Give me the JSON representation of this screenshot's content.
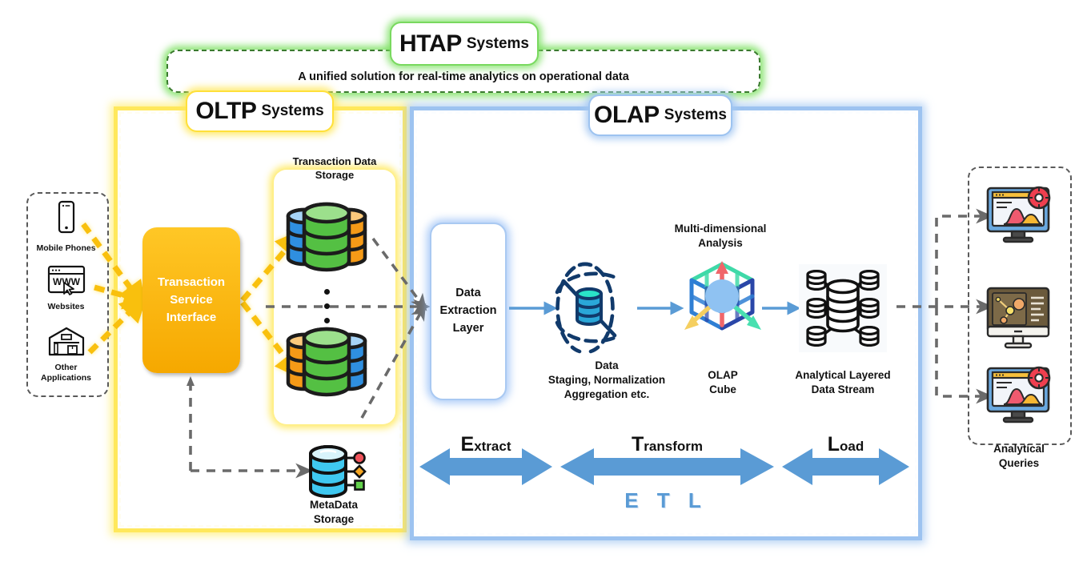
{
  "diagram": {
    "title": "OLTP / OLAP / HTAP data architecture",
    "colors": {
      "htap_green": "#79d95f",
      "oltp_yellow": "#ffe85c",
      "olap_blue": "#9dc3f0",
      "tsi_orange": "#f6a800",
      "etl_arrow_blue": "#5a9bd5",
      "etl_text_blue": "#5a9bd5",
      "dashed_gray": "#5a5a5a",
      "source_arrow_yellow": "#ffc726"
    }
  },
  "htap": {
    "badge_main": "HTAP",
    "badge_suffix": "Systems",
    "subtitle": "A unified solution for real-time analytics on operational data"
  },
  "oltp": {
    "badge_main": "OLTP",
    "badge_suffix": "Systems",
    "sources_group": {
      "items": [
        {
          "icon": "mobile-phone-icon",
          "label": "Mobile Phones"
        },
        {
          "icon": "website-www-icon",
          "label": "Websites"
        },
        {
          "icon": "warehouse-icon",
          "label_line1": "Other",
          "label_line2": "Applications"
        }
      ]
    },
    "transaction_service_interface": {
      "line1": "Transaction",
      "line2": "Service",
      "line3": "Interface"
    },
    "transaction_data_storage": {
      "title_line1": "Transaction Data",
      "title_line2": "Storage",
      "icon": "database-stack-icon",
      "ellipsis": "•••"
    },
    "metadata_storage": {
      "title_line1": "MetaData",
      "title_line2": "Storage",
      "icon": "metadata-database-icon"
    }
  },
  "olap": {
    "badge_main": "OLAP",
    "badge_suffix": "Systems",
    "data_extraction_layer": {
      "line1": "Data",
      "line2": "Extraction",
      "line3": "Layer"
    },
    "data_staging": {
      "icon": "data-staging-orbit-icon",
      "line1": "Data",
      "line2": "Staging, Normalization",
      "line3": "Aggregation etc."
    },
    "olap_cube": {
      "icon": "olap-cube-icon",
      "top_line1": "Multi-dimensional",
      "top_line2": "Analysis",
      "label_line1": "OLAP",
      "label_line2": "Cube"
    },
    "analytical_layered_data_stream": {
      "icon": "layered-data-stream-icon",
      "label_line1": "Analytical Layered",
      "label_line2": "Data Stream"
    },
    "etl": {
      "steps": [
        {
          "cap": "E",
          "rest": "xtract"
        },
        {
          "cap": "T",
          "rest": "ransform"
        },
        {
          "cap": "L",
          "rest": "oad"
        }
      ],
      "acronym": "E T L"
    }
  },
  "analytical_queries": {
    "label_line1": "Analytical",
    "label_line2": "Queries",
    "monitors": [
      {
        "icon": "dashboard-monitor-icon"
      },
      {
        "icon": "network-graph-monitor-icon"
      },
      {
        "icon": "dashboard-monitor-icon"
      }
    ]
  }
}
